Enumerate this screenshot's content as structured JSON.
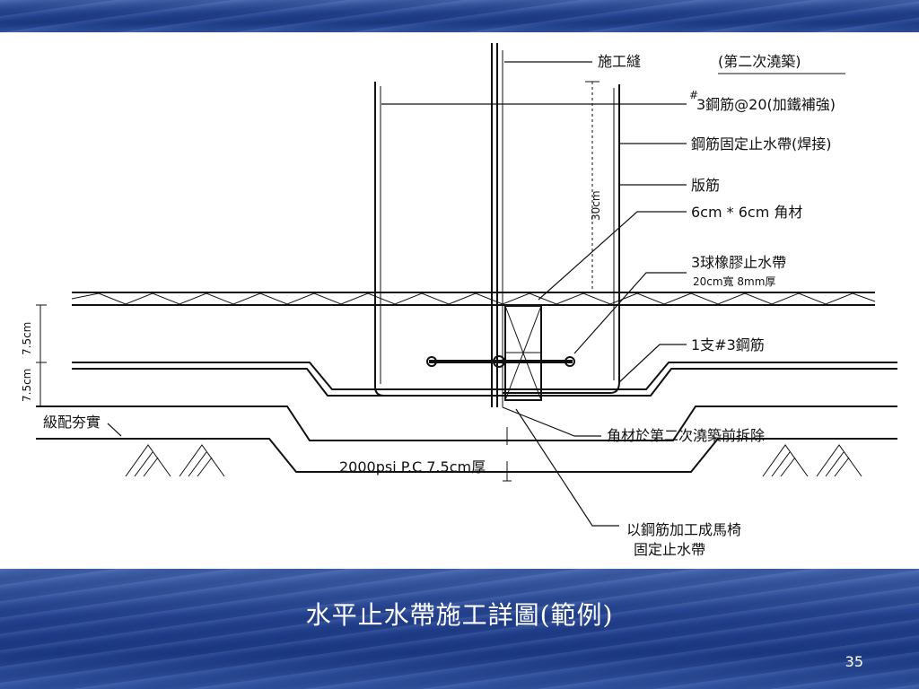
{
  "slide": {
    "title": "水平止水帶施工詳圖(範例)",
    "page_number": "35"
  },
  "labels": {
    "construction_joint": "施工縫",
    "second_pour": "(第二次澆築)",
    "rebar_3_mark": "#",
    "rebar_3": "3鋼筋@20(加鐵補強)",
    "rebar_fix_waterstop": "鋼筋固定止水帶(焊接)",
    "slab_rebar": "版筋",
    "angle_steel": "6cm * 6cm  角材",
    "rubber_waterstop": "3球橡膠止水帶",
    "rubber_waterstop_size": "20cm寬 8mm厚",
    "one_rebar": "1支#3鋼筋",
    "angle_removed": "角材於第二次澆築前拆除",
    "pc_thickness": "2000psi P.C 7.5cm厚",
    "chair_line1": "以鋼筋加工成馬椅",
    "chair_line2": "固定止水帶",
    "graded_fill": "級配夯實",
    "dim_30": "30cm",
    "dim_75_top": "7.5cm",
    "dim_75_bottom": "7.5cm"
  },
  "colors": {
    "band": "#23418f",
    "title_text": "#ffffff",
    "ink": "#111111"
  }
}
